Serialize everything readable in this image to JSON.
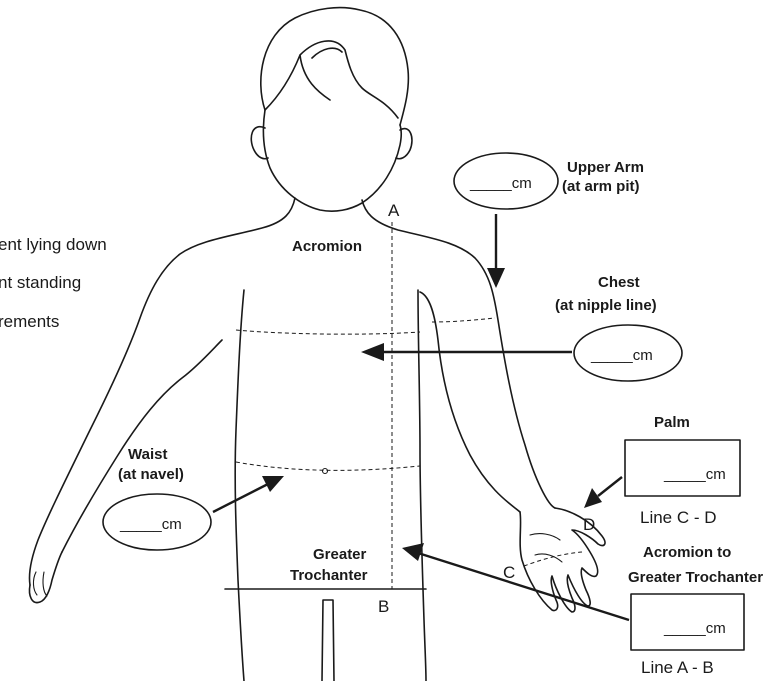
{
  "intro_lines": [
    "ent lying down",
    "nt standing",
    "rements"
  ],
  "points": {
    "a": "A",
    "b": "B",
    "c": "C",
    "d": "D"
  },
  "labels": {
    "acromion": "Acromion",
    "upper_arm": [
      "Upper Arm",
      "(at arm pit)"
    ],
    "chest": [
      "Chest",
      "(at nipple line)"
    ],
    "waist": [
      "Waist",
      "(at navel)"
    ],
    "greater_trochanter": [
      "Greater",
      "Trochanter"
    ],
    "palm": "Palm",
    "acromion_to_trochanter": [
      "Acromion to",
      "Greater Trochanter"
    ]
  },
  "fields": {
    "upper_arm": "_____cm",
    "chest": "_____cm",
    "waist": "_____cm",
    "palm": "_____cm",
    "acromion_to_trochanter": "_____cm"
  },
  "captions": {
    "palm": "Line C - D",
    "acromion_to_trochanter": "Line A - B"
  }
}
